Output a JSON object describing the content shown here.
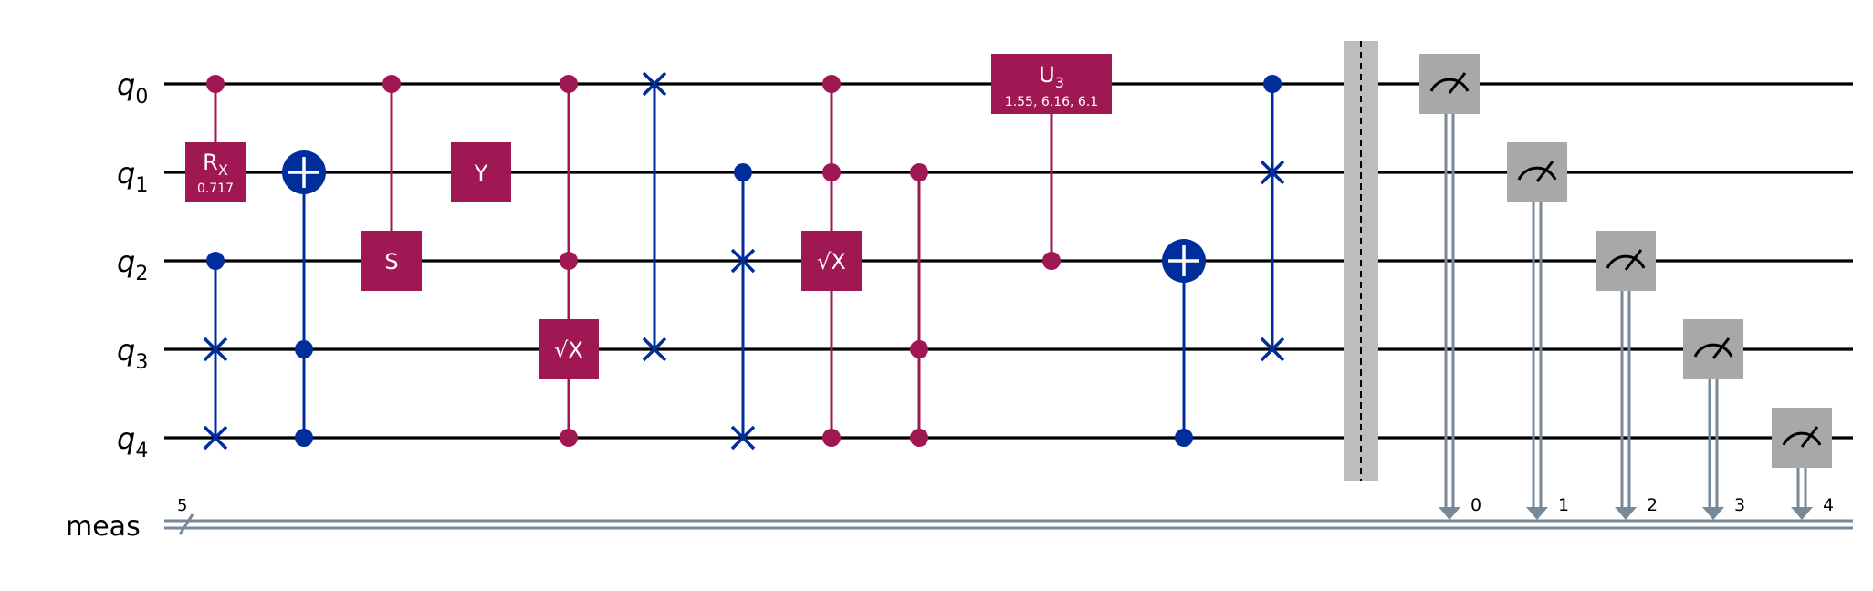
{
  "qubits": [
    {
      "name": "q",
      "index": "0"
    },
    {
      "name": "q",
      "index": "1"
    },
    {
      "name": "q",
      "index": "2"
    },
    {
      "name": "q",
      "index": "3"
    },
    {
      "name": "q",
      "index": "4"
    }
  ],
  "classical_register": {
    "name": "meas",
    "size": "5"
  },
  "colors": {
    "two_qubit_gate": "#9f1853",
    "clifford_gate": "#002d9c",
    "measure_gate": "#a8a8a8",
    "barrier": "#bdbdbd",
    "classical_wire": "#778899",
    "wire": "#000000"
  },
  "gates": {
    "rx": {
      "label": "R",
      "sub": "X",
      "param": "0.717"
    },
    "y": {
      "label": "Y"
    },
    "s": {
      "label": "S"
    },
    "sx1": {
      "label": "√X"
    },
    "sx2": {
      "label": "√X"
    },
    "u3": {
      "label": "U",
      "sub": "3",
      "param": "1.55, 6.16, 6.1"
    }
  },
  "measurements": [
    {
      "qubit": 0,
      "bit": "0"
    },
    {
      "qubit": 1,
      "bit": "1"
    },
    {
      "qubit": 2,
      "bit": "2"
    },
    {
      "qubit": 3,
      "bit": "3"
    },
    {
      "qubit": 4,
      "bit": "4"
    }
  ]
}
